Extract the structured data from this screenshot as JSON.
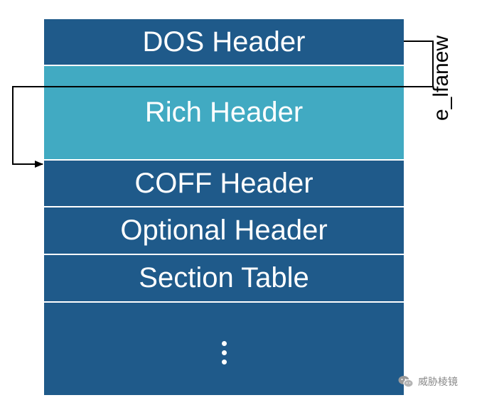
{
  "diagram": {
    "blocks": [
      {
        "label": "DOS Header"
      },
      {
        "label": "Rich Header"
      },
      {
        "label": "COFF Header"
      },
      {
        "label": "Optional Header"
      },
      {
        "label": "Section Table"
      }
    ],
    "pointer_label": "e_lfanew"
  },
  "watermark": {
    "icon": "wechat-icon",
    "text": "威胁棱镜"
  },
  "colors": {
    "header_block": "#1f5a8a",
    "rich_block": "#41aac2",
    "text": "#ffffff",
    "connector": "#000000"
  }
}
